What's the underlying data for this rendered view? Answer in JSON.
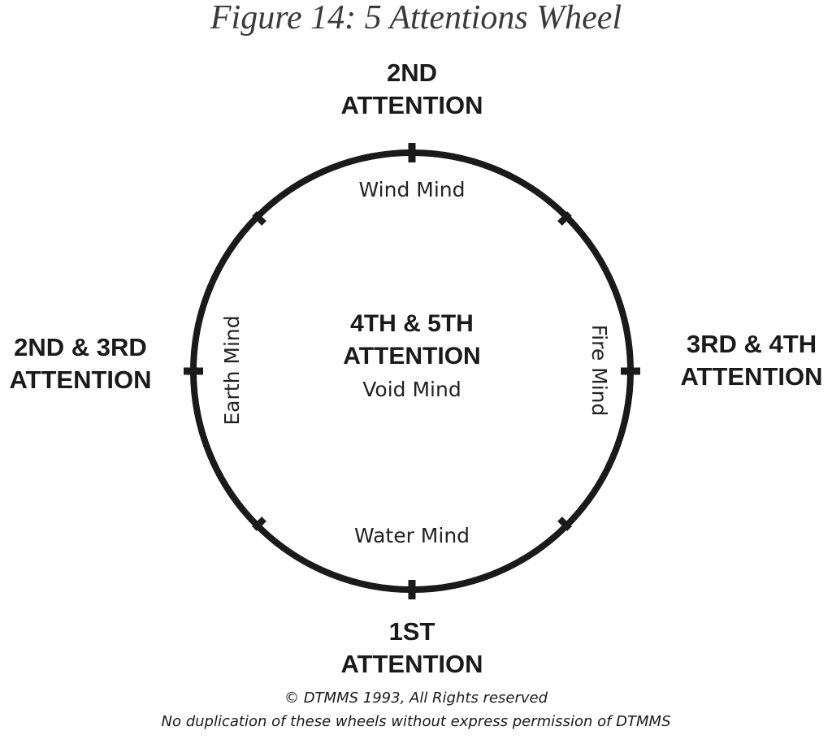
{
  "title": "Figure 14: 5 Attentions Wheel",
  "directions": {
    "top": [
      "2ND",
      "ATTENTION"
    ],
    "bottom": [
      "1ST",
      "ATTENTION"
    ],
    "left": [
      "2ND & 3RD",
      "ATTENTION"
    ],
    "right": [
      "3RD & 4TH",
      "ATTENTION"
    ],
    "center": [
      "4TH & 5TH",
      "ATTENTION"
    ]
  },
  "minds": {
    "top": "Wind Mind",
    "bottom": "Water Mind",
    "left": "Earth Mind",
    "right": "Fire Mind",
    "center": "Void Mind"
  },
  "footer": {
    "copyright": "© DTMMS 1993, All Rights reserved",
    "notice": "No duplication of these wheels without express permission of DTMMS"
  },
  "colors": {
    "stroke": "#1a1a1a",
    "title": "#3a3a3a"
  }
}
